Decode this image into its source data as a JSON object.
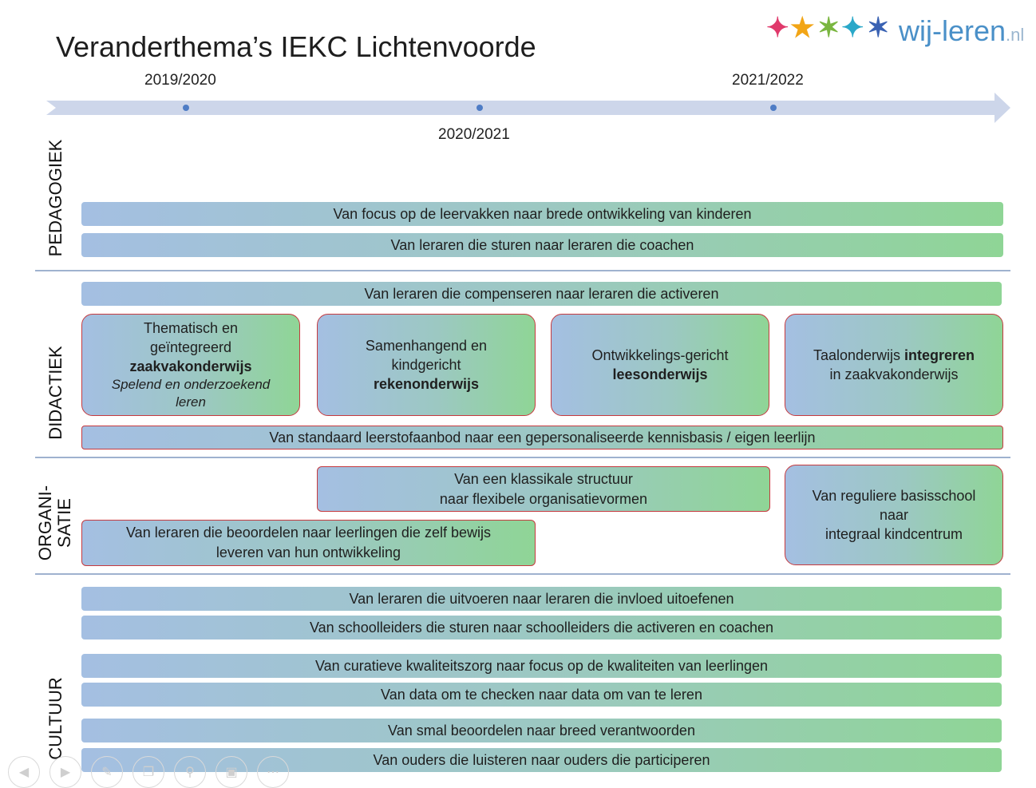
{
  "title": "Veranderthema’s IEKC Lichtenvoorde",
  "logo": {
    "text": "wij-leren",
    "tld": ".nl"
  },
  "timeline": {
    "years": [
      "2019/2020",
      "2020/2021",
      "2021/2022"
    ]
  },
  "sections": {
    "pedagogiek": {
      "label": "PEDAGOGIEK",
      "bars": [
        "Van focus op de leervakken naar brede ontwikkeling van kinderen",
        "Van leraren die sturen naar leraren die coachen"
      ]
    },
    "didactiek": {
      "label": "DIDACTIEK",
      "top_bar": "Van leraren die compenseren naar leraren die activeren",
      "boxes": [
        {
          "line1": "Thematisch en",
          "line2": "geïntegreerd",
          "bold": "zaakvakonderwijs",
          "italic1": "Spelend en onderzoekend",
          "italic2": "leren"
        },
        {
          "line1": "Samenhangend en",
          "line2": "kindgericht",
          "bold": "rekenonderwijs"
        },
        {
          "line1": "Ontwikkelings-gericht",
          "bold": "leesonderwijs"
        },
        {
          "pre": "Taalonderwijs ",
          "bold": "integreren",
          "line2": "in zaakvakonderwijs"
        }
      ],
      "bottom_bar": "Van standaard leerstofaanbod naar een gepersonaliseerde kennisbasis / eigen leerlijn"
    },
    "organisatie": {
      "label_line1": "ORGANI-",
      "label_line2": "SATIE",
      "box_klassikaal": {
        "line1": "Van een klassikale structuur",
        "line2": "naar flexibele organisatievormen"
      },
      "box_beoordelen": {
        "line1": "Van leraren die beoordelen naar leerlingen die zelf bewijs",
        "line2": "leveren van hun ontwikkeling"
      },
      "box_kindcentrum": {
        "line1": "Van reguliere basisschool",
        "line2": "naar",
        "line3": "integraal kindcentrum"
      }
    },
    "cultuur": {
      "label": "CULTUUR",
      "bars": [
        "Van leraren die uitvoeren naar leraren die invloed uitoefenen",
        "Van schoolleiders die sturen naar schoolleiders die activeren en coachen",
        "Van curatieve kwaliteitszorg naar focus op de kwaliteiten van leerlingen",
        "Van data om te checken naar data om van te leren",
        "Van smal beoordelen naar breed verantwoorden",
        "Van ouders die luisteren naar ouders die participeren"
      ]
    }
  },
  "colors": {
    "bar_start": "#a4bfe2",
    "bar_end": "#8fd596",
    "box_border": "#c63a3f",
    "divider": "#9fb2cf",
    "logo_blue": "#4a90c8"
  },
  "controls": [
    "prev-icon",
    "next-icon",
    "pen-icon",
    "copy-icon",
    "zoom-icon",
    "screen-icon",
    "more-icon"
  ]
}
